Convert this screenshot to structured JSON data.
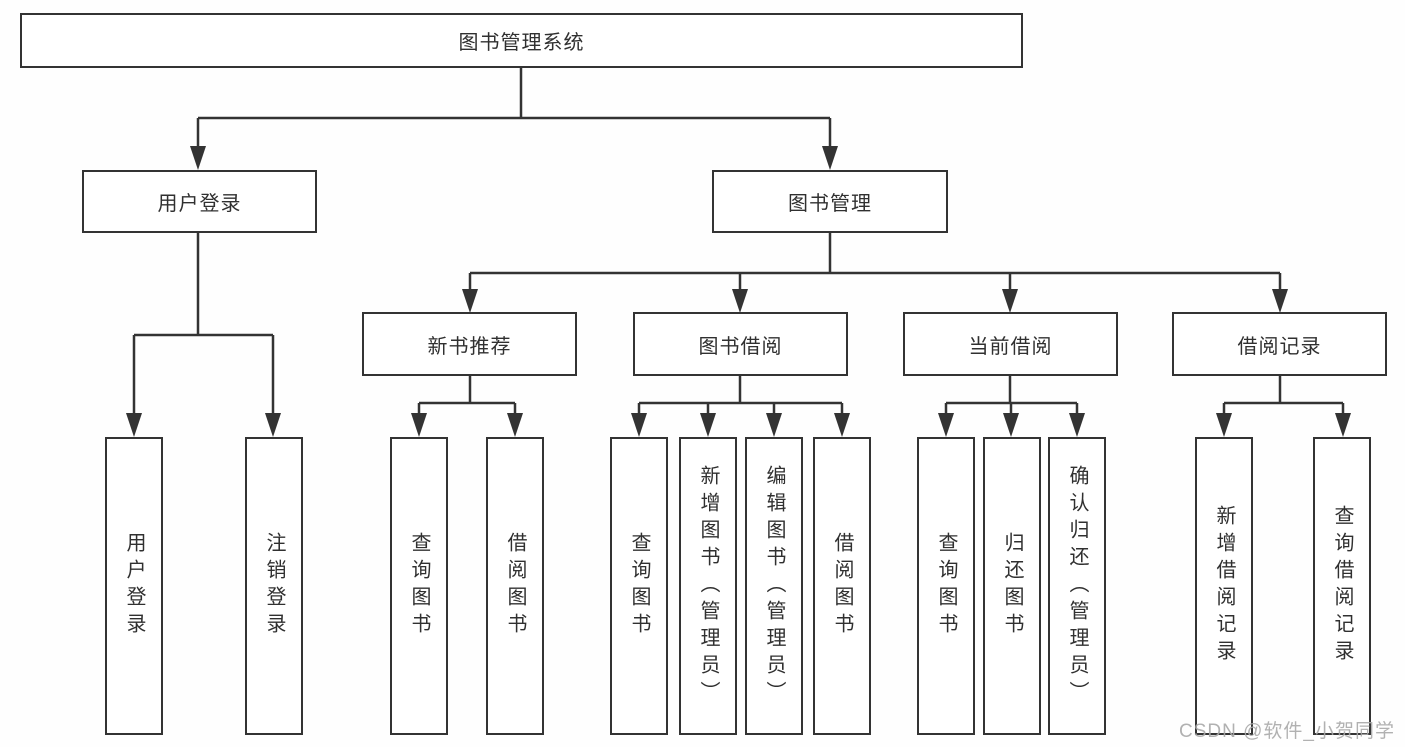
{
  "tree": {
    "root": {
      "label": "图书管理系统"
    },
    "branches": [
      {
        "label": "用户登录",
        "leaves": [
          {
            "label": "用户登录"
          },
          {
            "label": "注销登录"
          }
        ]
      },
      {
        "label": "图书管理",
        "groups": [
          {
            "label": "新书推荐",
            "leaves": [
              {
                "label": "查询图书"
              },
              {
                "label": "借阅图书"
              }
            ]
          },
          {
            "label": "图书借阅",
            "leaves": [
              {
                "label": "查询图书"
              },
              {
                "label": "新增图书（管理员）"
              },
              {
                "label": "编辑图书（管理员）"
              },
              {
                "label": "借阅图书"
              }
            ]
          },
          {
            "label": "当前借阅",
            "leaves": [
              {
                "label": "查询图书"
              },
              {
                "label": "归还图书"
              },
              {
                "label": "确认归还（管理员）"
              }
            ]
          },
          {
            "label": "借阅记录",
            "leaves": [
              {
                "label": "新增借阅记录"
              },
              {
                "label": "查询借阅记录"
              }
            ]
          }
        ]
      }
    ]
  },
  "watermark": {
    "text": "CSDN @软件_小贺同学"
  },
  "colors": {
    "line": "#333333",
    "text": "#303030",
    "background": "#ffffff",
    "watermark": "#a9a9a9"
  }
}
